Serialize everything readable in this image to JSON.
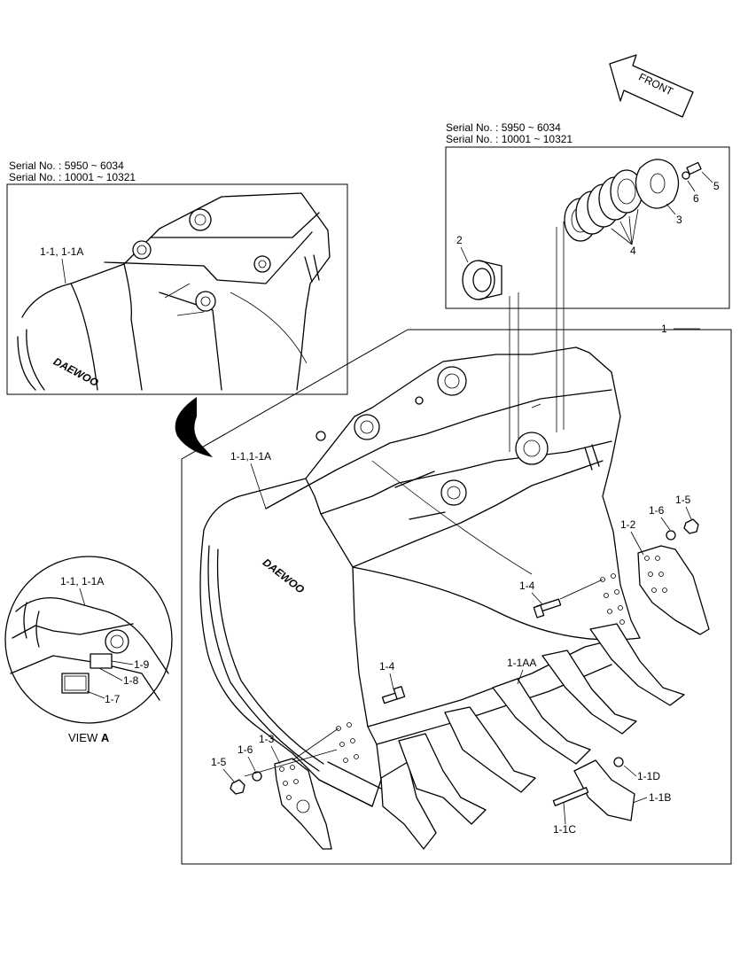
{
  "direction": {
    "label": "FRONT"
  },
  "serial_top_right": {
    "line1": "Serial No. : 5950 ~ 6034",
    "line2": "Serial No. : 10001 ~ 10321"
  },
  "serial_top_left": {
    "line1": "Serial No. : 5950 ~ 6034",
    "line2": "Serial No. : 10001 ~ 10321"
  },
  "brand": "DAEWOO",
  "view": {
    "prefix": "VIEW ",
    "letter": "A"
  },
  "labels": {
    "p1": "1",
    "p2": "2",
    "p3": "3",
    "p4": "4",
    "p5": "5",
    "p6": "6",
    "p1_1_inset": "1-1, 1-1A",
    "p1_1_main": "1-1,1-1A",
    "p1_1_view": "1-1, 1-1A",
    "p1_9": "1-9",
    "p1_8": "1-8",
    "p1_7": "1-7",
    "p1_2": "1-2",
    "p1_5_r": "1-5",
    "p1_6_r": "1-6",
    "p1_4_r": "1-4",
    "p1_4_l": "1-4",
    "p1_1aa": "1-1AA",
    "p1_3": "1-3",
    "p1_5_l": "1-5",
    "p1_6_l": "1-6",
    "p1_1d": "1-1D",
    "p1_1b": "1-1B",
    "p1_1c": "1-1C"
  }
}
